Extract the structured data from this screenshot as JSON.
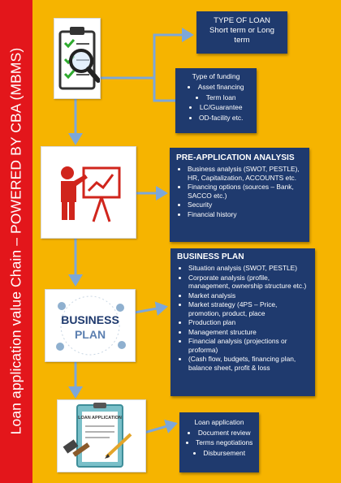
{
  "sidebar": {
    "title": "Loan application value Chain – POWERED BY CBA (MBMS)"
  },
  "loan_type": {
    "title": "TYPE OF LOAN",
    "text": "Short term or Long term"
  },
  "funding": {
    "title": "Type of funding",
    "items": [
      "Asset financing",
      "Term loan",
      "LC/Guarantee",
      "OD-facility etc."
    ]
  },
  "pre_application": {
    "title": "PRE-APPLICATION ANALYSIS",
    "items": [
      "Business analysis (SWOT, PESTLE), HR, Capitalization, ACCOUNTS etc.",
      "Financing options (sources – Bank, SACCO etc.)",
      "Security",
      "Financial history"
    ]
  },
  "business_plan": {
    "title": "BUSINESS PLAN",
    "items": [
      "Situation analysis (SWOT, PESTLE)",
      "Corporate analysis (profile, management, ownership structure etc.)",
      "Market analysis",
      "Market strategy (4PS – Price, promotion, product, place",
      "Production plan",
      "Management structure",
      "Financial analysis (projections or proforma)",
      "(Cash flow, budgets, financing plan, balance sheet, profit & loss"
    ]
  },
  "application": {
    "items": [
      "Loan application",
      "Document review",
      "Terms negotiations",
      "Disbursement"
    ]
  },
  "icons": {
    "plan_word_1": "BUSINESS",
    "plan_word_2": "PLAN",
    "form_title": "LOAN APPLICATION"
  },
  "colors": {
    "background": "#f6b400",
    "sidebar": "#e3161b",
    "box": "#1f3a6e",
    "arrow": "#7da7d9"
  }
}
